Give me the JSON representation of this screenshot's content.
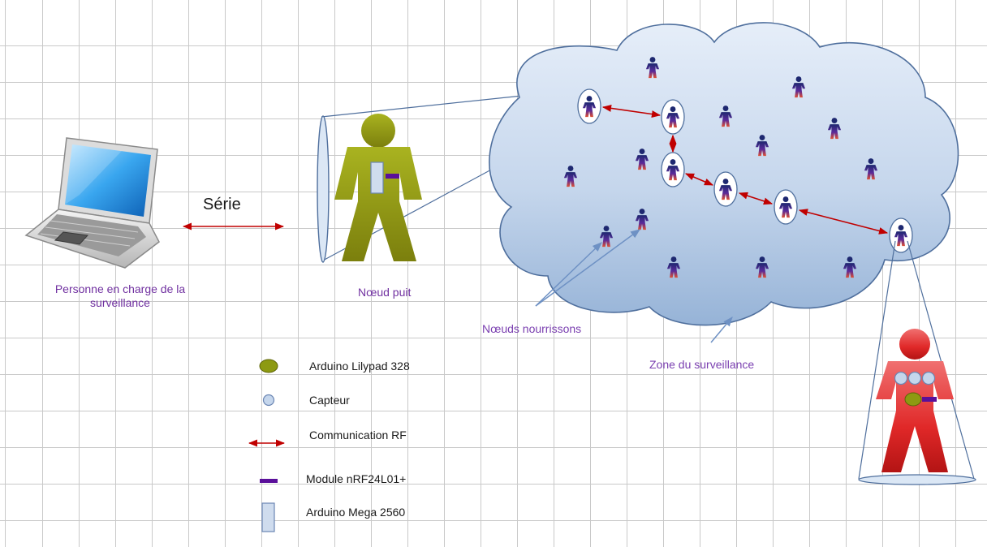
{
  "labels": {
    "serie": "Série",
    "operator": "Personne en charge de la surveillance",
    "sink_node": "Nœud puit",
    "infant_nodes": "Nœuds nourrissons",
    "zone": "Zone du surveillance"
  },
  "legend": [
    {
      "label": "Arduino Lilypad 328",
      "icon": "olive-ellipse"
    },
    {
      "label": "Capteur",
      "icon": "blue-circle"
    },
    {
      "label": "Communication RF",
      "icon": "red-double-arrow"
    },
    {
      "label": "Module nRF24L01+",
      "icon": "purple-bar"
    },
    {
      "label": "Arduino Mega 2560",
      "icon": "blue-rectangle"
    }
  ],
  "colors": {
    "rf_arrow": "#c00000",
    "cloud_fill_top": "#dfe9f6",
    "cloud_fill_bottom": "#9db8da",
    "cloud_stroke": "#4f6f9d",
    "sink_person": "#9aa315",
    "infant_person": "#e23030",
    "label_purple": "#7030a0",
    "module_bar": "#5a0f9a"
  }
}
